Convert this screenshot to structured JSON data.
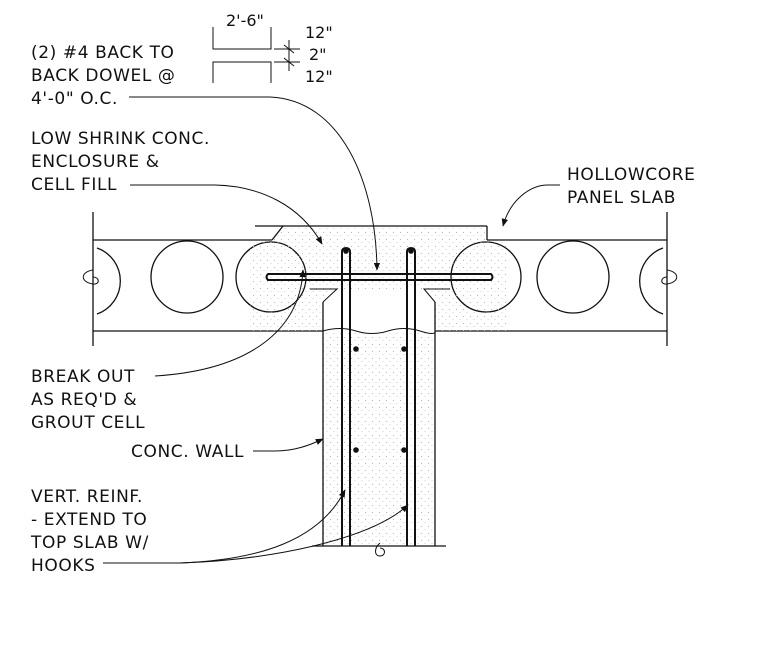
{
  "labels": {
    "dowel": [
      "(2) #4 BACK TO",
      "BACK DOWEL @",
      "4'-0\" O.C."
    ],
    "enclosure": [
      "LOW SHRINK CONC.",
      "ENCLOSURE &",
      "CELL FILL"
    ],
    "hollowcore": [
      "HOLLOWCORE",
      "PANEL SLAB"
    ],
    "breakout": [
      "BREAK OUT",
      "AS REQ'D &",
      "GROUT CELL"
    ],
    "wall": [
      "CONC. WALL"
    ],
    "vert_reinf": [
      "VERT. REINF.",
      "- EXTEND TO",
      "TOP SLAB W/",
      "HOOKS"
    ]
  },
  "dimensions": {
    "width": "2'-6\"",
    "leg_top": "12\"",
    "gap": "2\"",
    "leg_bottom": "12\""
  },
  "colors": {
    "line": "#111111",
    "stipple": "#b8b8b8",
    "background": "#ffffff"
  }
}
